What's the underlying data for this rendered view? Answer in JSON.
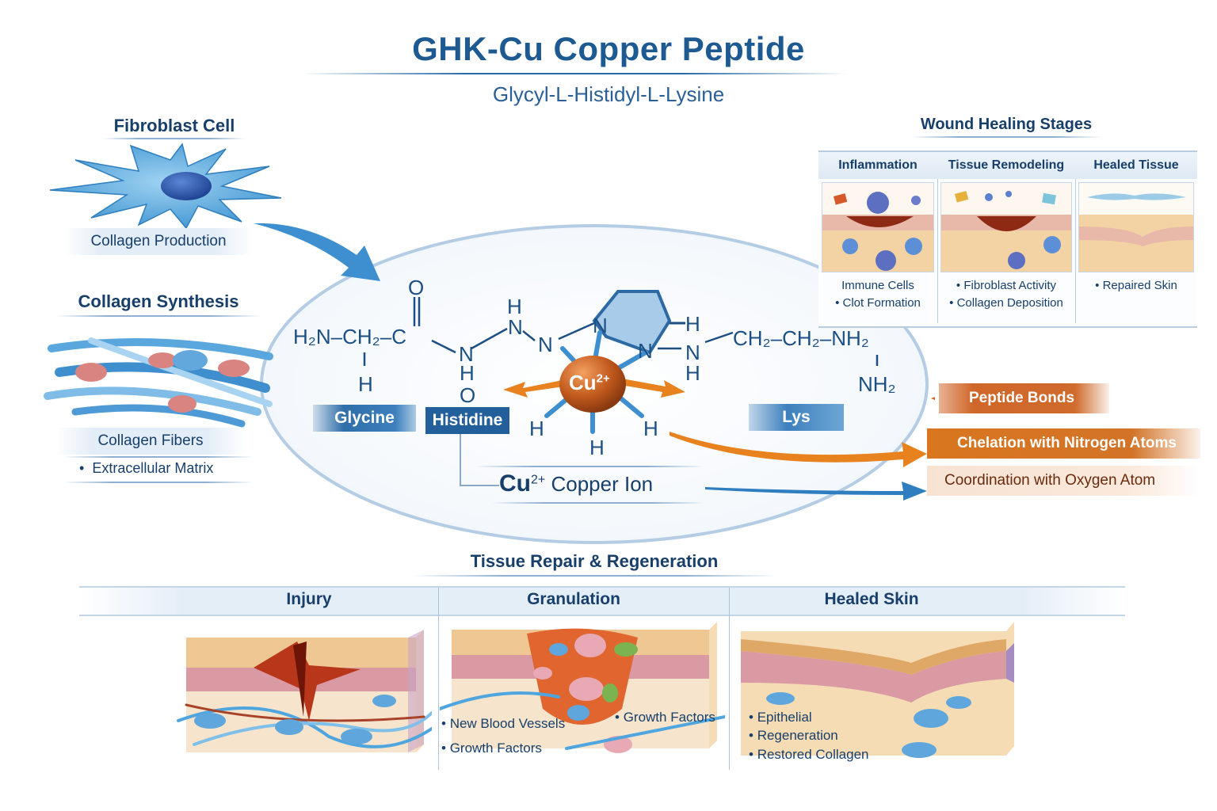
{
  "header": {
    "title": "GHK-Cu Copper Peptide",
    "subtitle": "Glycyl-L-Histidyl-L-Lysine"
  },
  "fibroblast": {
    "heading": "Fibroblast Cell",
    "caption": "Collagen Production"
  },
  "collagen": {
    "heading": "Collagen Synthesis",
    "caption": "Collagen Fibers",
    "bullet": "Extracellular Matrix"
  },
  "molecule": {
    "glycine_group": "H₂N–CH₂–C",
    "oxygen_top": "O",
    "h_under_ch2": "H",
    "n_amide": "N",
    "h_amide": "H",
    "o_amide": "O",
    "h_top": "H",
    "n_top": "N",
    "n_mid": "N",
    "ring_n1": "N",
    "ring_n2": "N",
    "ring_h": "H",
    "lys_n": "N",
    "lys_h": "H",
    "lys_chain": "CH₂–CH₂–NH₂",
    "lys_nh2": "NH₂",
    "cu_symbol": "Cu",
    "cu_charge": "2+",
    "h_left": "H",
    "h_bottom": "H",
    "h_right": "H",
    "tags": {
      "glycine": "Glycine",
      "histidine": "Histidine",
      "lys": "Lys"
    },
    "copper_ion_label": {
      "symbol": "Cu",
      "charge": "2+",
      "text": "Copper Ion"
    }
  },
  "bindings": {
    "peptide_bonds": "Peptide Bonds",
    "chelation": "Chelation with Nitrogen Atoms",
    "coordination": "Coordination with Oxygen Atom"
  },
  "wound_healing": {
    "heading": "Wound Healing Stages",
    "stages": [
      {
        "title": "Inflammation",
        "lines": [
          "Immune Cells",
          "Clot Formation"
        ]
      },
      {
        "title": "Tissue Remodeling",
        "lines": [
          "Fibroblast Activity",
          "Collagen Deposition"
        ]
      },
      {
        "title": "Healed Tissue",
        "lines": [
          "Repaired Skin"
        ]
      }
    ]
  },
  "tissue_repair": {
    "heading": "Tissue Repair & Regeneration",
    "panels": [
      {
        "title": "Injury"
      },
      {
        "title": "Granulation",
        "bullets": [
          "New Blood Vessels",
          "Growth Factors",
          "Growth Factors"
        ]
      },
      {
        "title": "Healed Skin",
        "bullets": [
          "Epithelial",
          "Regeneration",
          "Restored Collagen"
        ]
      }
    ]
  },
  "colors": {
    "title_blue": "#1e5a92",
    "navy_text": "#173f6a",
    "copper_orange": "#e07a1f",
    "copper_ball": "#b9501c",
    "tag_blue": "#2f6ea8",
    "skin_tan": "#f2cf9e",
    "skin_pink": "#d99aa4"
  }
}
